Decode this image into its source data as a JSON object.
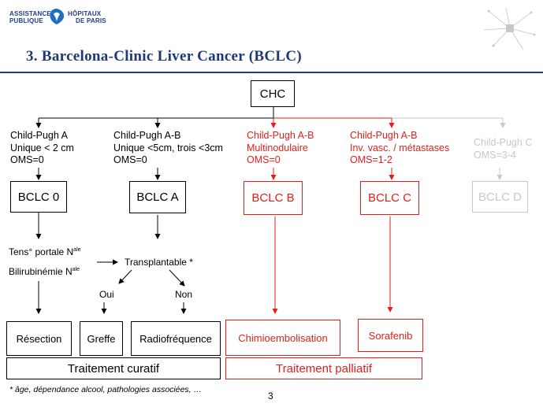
{
  "header": {
    "logo_line1": "ASSISTANCE",
    "logo_line2": "PUBLIQUE",
    "logo_line3": "HÔPITAUX",
    "logo_line4": "DE PARIS",
    "title": "3. Barcelona-Clinic  Liver Cancer (BCLC)"
  },
  "root": {
    "label": "CHC"
  },
  "branches": [
    {
      "criteria": [
        "Child-Pugh A",
        "Unique < 2 cm",
        "OMS=0"
      ],
      "stage": "BCLC 0",
      "color": "#000000"
    },
    {
      "criteria": [
        "Child-Pugh A-B",
        "Unique <5cm, trois <3cm",
        "OMS=0"
      ],
      "stage": "BCLC A",
      "color": "#000000"
    },
    {
      "criteria": [
        "Child-Pugh A-B",
        "Multinodulaire",
        "OMS=0"
      ],
      "stage": "BCLC B",
      "color": "#e0201b"
    },
    {
      "criteria": [
        "Child-Pugh A-B",
        "Inv. vasc. / métastases",
        "OMS=1-2"
      ],
      "stage": "BCLC C",
      "color": "#e0201b"
    },
    {
      "criteria": [
        "Child-Pugh C",
        "OMS=3-4"
      ],
      "stage": "BCLC D",
      "color": "#c8c8c8"
    }
  ],
  "conditions": {
    "tens_portale": "Tens° portale N",
    "tens_sup": "ale",
    "bilirubinemie": "Bilirubinémie N",
    "bili_sup": "ale",
    "transplantable": "Transplantable *",
    "oui": "Oui",
    "non": "Non"
  },
  "treatments": {
    "resection": "Résection",
    "greffe": "Greffe",
    "radiofrequence": "Radiofréquence",
    "chimioembolisation": "Chimioembolisation",
    "sorafenib": "Sorafenib"
  },
  "groups": {
    "curatif": "Traitement curatif",
    "palliatif": "Traitement palliatif"
  },
  "footnote": "* âge,  dépendance  alcool,  pathologies  associées, …",
  "page_number": "3"
}
